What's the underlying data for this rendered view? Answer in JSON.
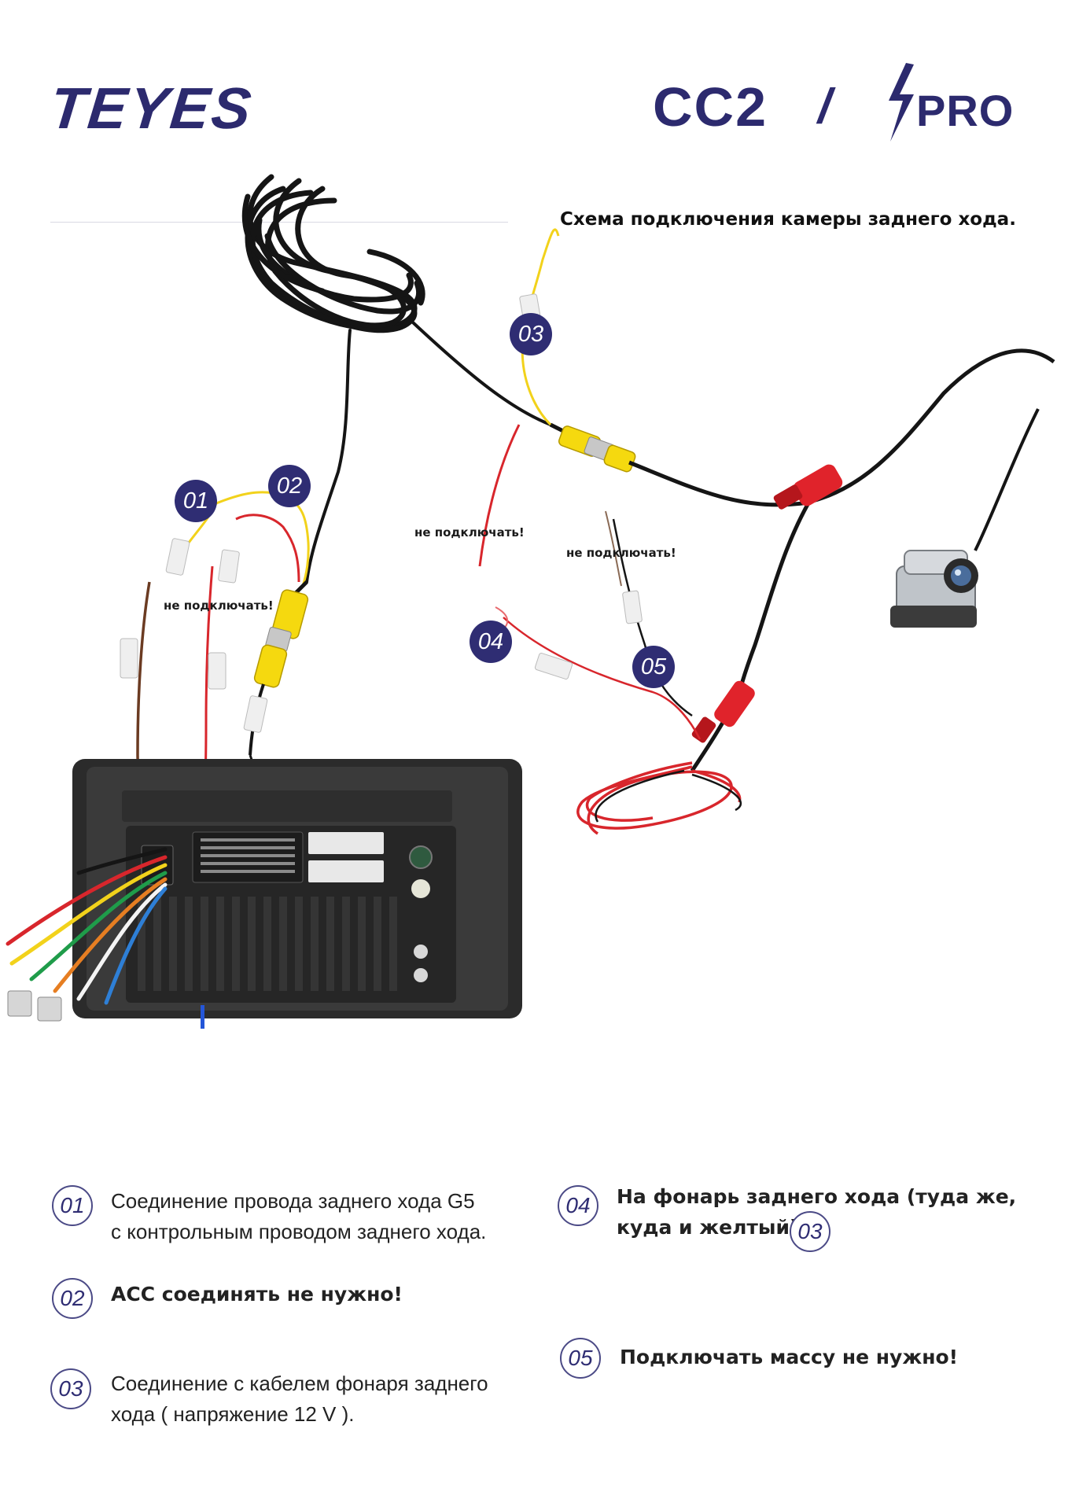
{
  "header": {
    "brand": "TEYES",
    "model_left": "CC2",
    "model_separator": "/",
    "model_right": "PRO",
    "diagram_title": "Схема подключения камеры заднего хода."
  },
  "callouts": {
    "c01": "01",
    "c02": "02",
    "c03": "03",
    "c04": "04",
    "c05": "05"
  },
  "notes": {
    "not_connect_1": "не подключать!",
    "not_connect_2": "не подключать!",
    "not_connect_3": "не подключать!"
  },
  "legend": {
    "item01": {
      "num": "01",
      "line1": "Соединение провода заднего хода G5",
      "line2": "с контрольным проводом заднего хода."
    },
    "item02": {
      "num": "02",
      "line1": "ACC соединять не нужно!"
    },
    "item03": {
      "num": "03",
      "line1": "Соединение с кабелем фонаря заднего",
      "line2": "хода ( напряжение 12 V )."
    },
    "item04": {
      "num": "04",
      "line1": "На фонарь заднего хода (туда же,",
      "line2": "куда и желтый)",
      "ref": "03"
    },
    "item05": {
      "num": "05",
      "line1": "Подключать массу не нужно!"
    }
  },
  "colors": {
    "brand_navy": "#2c2a6e",
    "badge_fill": "#2f2d73",
    "wire_black": "#141414",
    "wire_red": "#d8262c",
    "wire_yellow": "#f2d21b",
    "wire_brown": "#6b3b22",
    "rca_yellow": "#f5d90f",
    "connector_red": "#e0232b"
  },
  "icons": {
    "rear_camera": "camera-icon",
    "head_unit": "head-unit-icon",
    "rca_connector": "rca-connector-icon"
  }
}
